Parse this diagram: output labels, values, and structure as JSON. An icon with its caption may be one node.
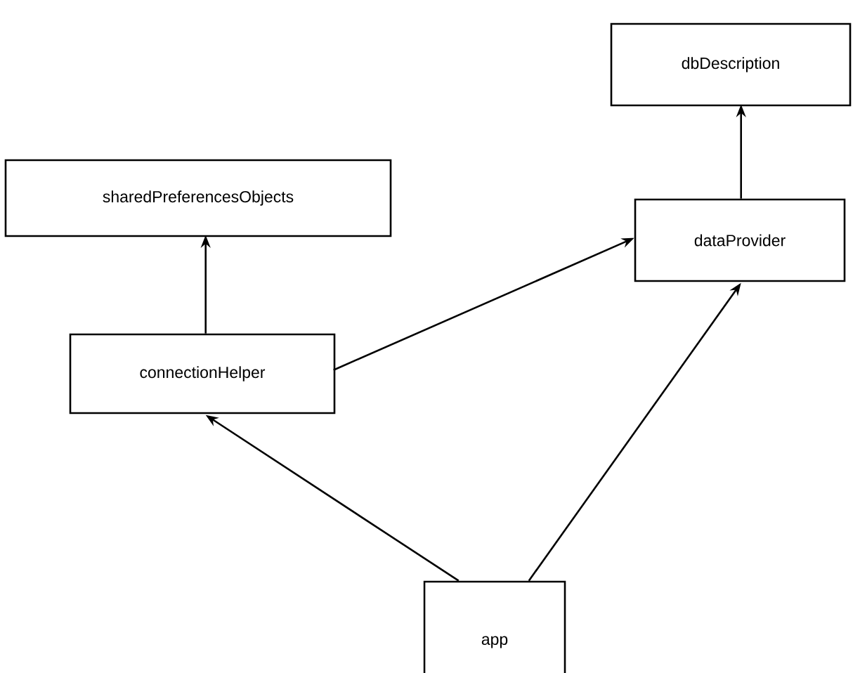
{
  "diagram": {
    "nodes": [
      {
        "text": [
          "dbDescription"
        ]
      },
      {
        "text": [
          "sharedPreferencesObjects"
        ]
      },
      {
        "text": [
          "dataProvider"
        ]
      },
      {
        "text": [
          "connectionHelper"
        ]
      },
      {
        "text": [
          "app"
        ]
      }
    ],
    "edges": [
      {
        "from": 3,
        "to": 1,
        "arrow": "to"
      },
      {
        "from": 2,
        "to": 0,
        "arrow": "to"
      },
      {
        "from": 3,
        "to": 2,
        "arrow": "to"
      },
      {
        "from": 4,
        "to": 3,
        "arrow": "to"
      },
      {
        "from": 4,
        "to": 2,
        "arrow": "to"
      }
    ]
  }
}
